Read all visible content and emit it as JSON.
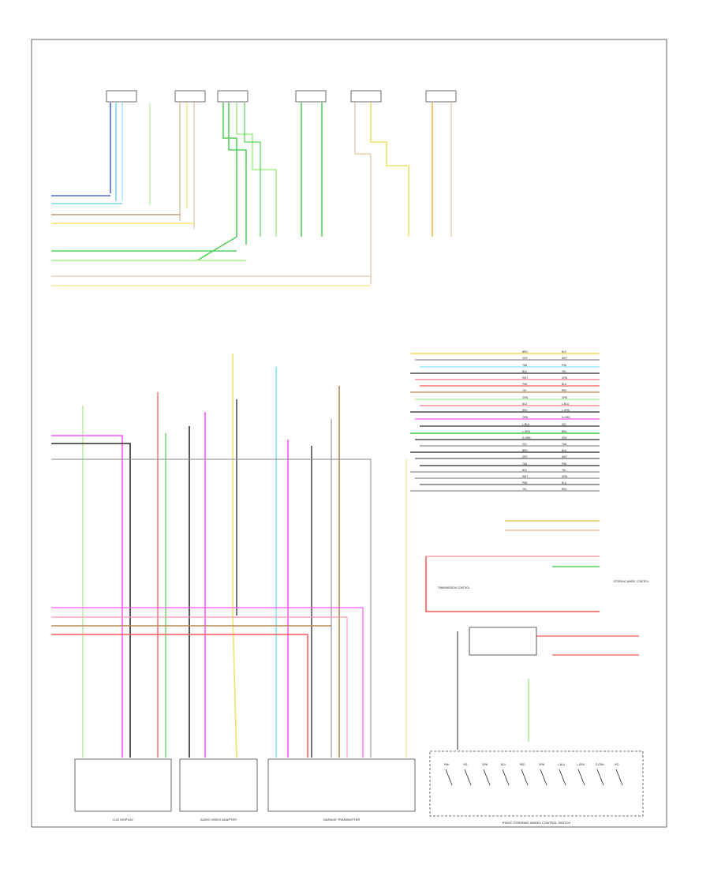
{
  "diagram": {
    "figure_number": "",
    "colors": {
      "blue": "#4b6cd8",
      "lightblue": "#7fd6f0",
      "cyan": "#7fe8f4",
      "yellow": "#f2e36a",
      "orange": "#f3b84d",
      "green": "#58d15a",
      "lightgreen": "#a7ee8f",
      "magenta": "#ff55ff",
      "pink": "#ff9cae",
      "red": "#ff5a5a",
      "brown": "#b98552",
      "dark": "#2b2b2b",
      "gray": "#8a8a8a",
      "tan": "#d9b88e"
    },
    "bottom_labels": [
      "LCD DISPLAY",
      "AUDIO VIDEO ADAPTER",
      "GARAGE TRANSMITTER",
      "RIGHT STEERING WHEEL CONTROL SWITCH"
    ],
    "mid_labels": [
      "TRANSMISSION CONTROL",
      "STEERING WHEEL CONTROL"
    ],
    "wire_codes": [
      "BRN",
      "GRY",
      "TAN",
      "BLK",
      "WHT",
      "PNK",
      "YEL",
      "GRN",
      "BLU",
      "RED",
      "ORN",
      "L-BLU",
      "L-GRN",
      "D-GRN",
      "VIO"
    ]
  }
}
